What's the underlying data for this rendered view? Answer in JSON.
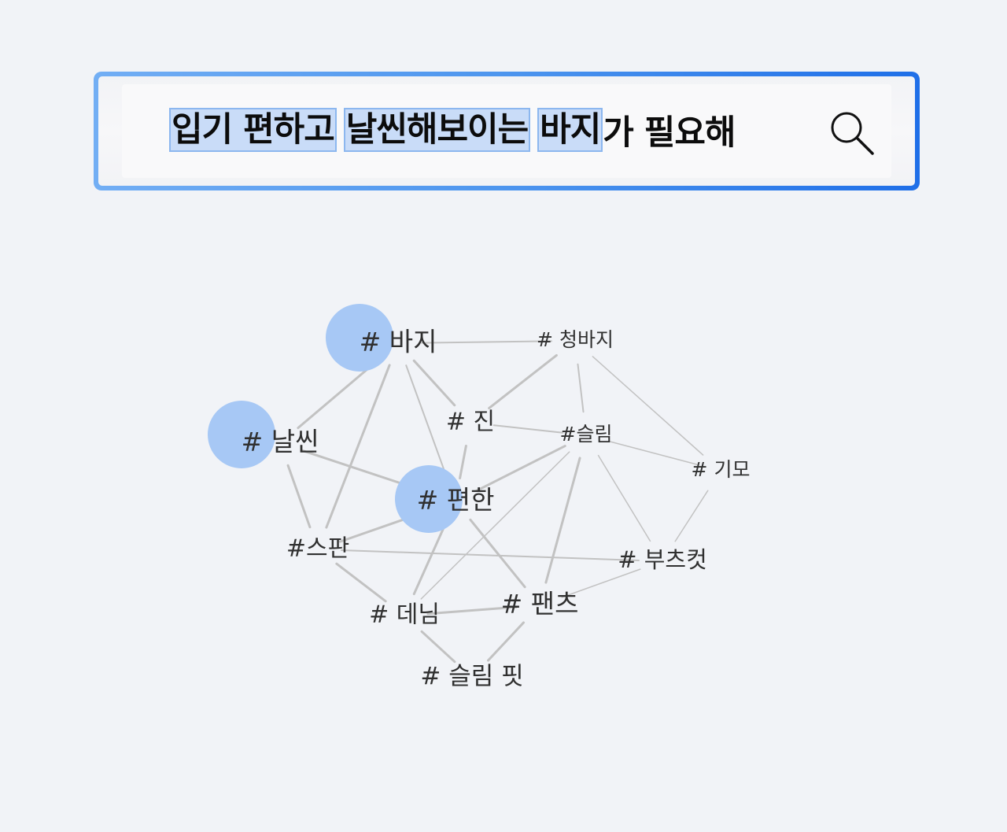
{
  "search": {
    "query_segments": [
      {
        "text": "입기 편하고",
        "highlighted": true
      },
      {
        "text": "날씬해보이는",
        "highlighted": true
      },
      {
        "text": "바지",
        "highlighted": true
      },
      {
        "text": "가 필요해",
        "highlighted": false
      }
    ],
    "button_icon": "search-icon"
  },
  "keyword_graph": {
    "nodes": [
      {
        "id": "baji",
        "label": "# 바지",
        "selected": true
      },
      {
        "id": "nalssin",
        "label": "# 날씬",
        "selected": true
      },
      {
        "id": "pyeonhan",
        "label": "# 편한",
        "selected": true
      },
      {
        "id": "cheongbaji",
        "label": "# 청바지",
        "selected": false
      },
      {
        "id": "jin",
        "label": "# 진",
        "selected": false
      },
      {
        "id": "seullim",
        "label": "#슬림",
        "selected": false
      },
      {
        "id": "gimo",
        "label": "# 기모",
        "selected": false
      },
      {
        "id": "span",
        "label": "#스판",
        "selected": false
      },
      {
        "id": "bucheukeot",
        "label": "# 부츠컷",
        "selected": false
      },
      {
        "id": "denim",
        "label": "# 데님",
        "selected": false
      },
      {
        "id": "paenchu",
        "label": "# 팬츠",
        "selected": false
      },
      {
        "id": "slimfit",
        "label": "# 슬림 핏",
        "selected": false
      }
    ],
    "edges": [
      [
        "baji",
        "cheongbaji"
      ],
      [
        "baji",
        "nalssin"
      ],
      [
        "baji",
        "jin"
      ],
      [
        "baji",
        "span"
      ],
      [
        "baji",
        "pyeonhan"
      ],
      [
        "cheongbaji",
        "jin"
      ],
      [
        "cheongbaji",
        "seullim"
      ],
      [
        "cheongbaji",
        "gimo"
      ],
      [
        "jin",
        "seullim"
      ],
      [
        "jin",
        "pyeonhan"
      ],
      [
        "nalssin",
        "pyeonhan"
      ],
      [
        "nalssin",
        "span"
      ],
      [
        "seullim",
        "gimo"
      ],
      [
        "seullim",
        "pyeonhan"
      ],
      [
        "seullim",
        "bucheukeot"
      ],
      [
        "seullim",
        "paenchu"
      ],
      [
        "seullim",
        "denim"
      ],
      [
        "gimo",
        "bucheukeot"
      ],
      [
        "pyeonhan",
        "span"
      ],
      [
        "pyeonhan",
        "denim"
      ],
      [
        "pyeonhan",
        "paenchu"
      ],
      [
        "span",
        "bucheukeot"
      ],
      [
        "span",
        "denim"
      ],
      [
        "denim",
        "paenchu"
      ],
      [
        "denim",
        "slimfit"
      ],
      [
        "paenchu",
        "slimfit"
      ],
      [
        "paenchu",
        "bucheukeot"
      ]
    ]
  },
  "colors": {
    "accent": "#1f6fe8",
    "highlight_fill": "#c9dcf8",
    "selected_node": "#a7c8f5",
    "edge": "#c2c2c2"
  }
}
